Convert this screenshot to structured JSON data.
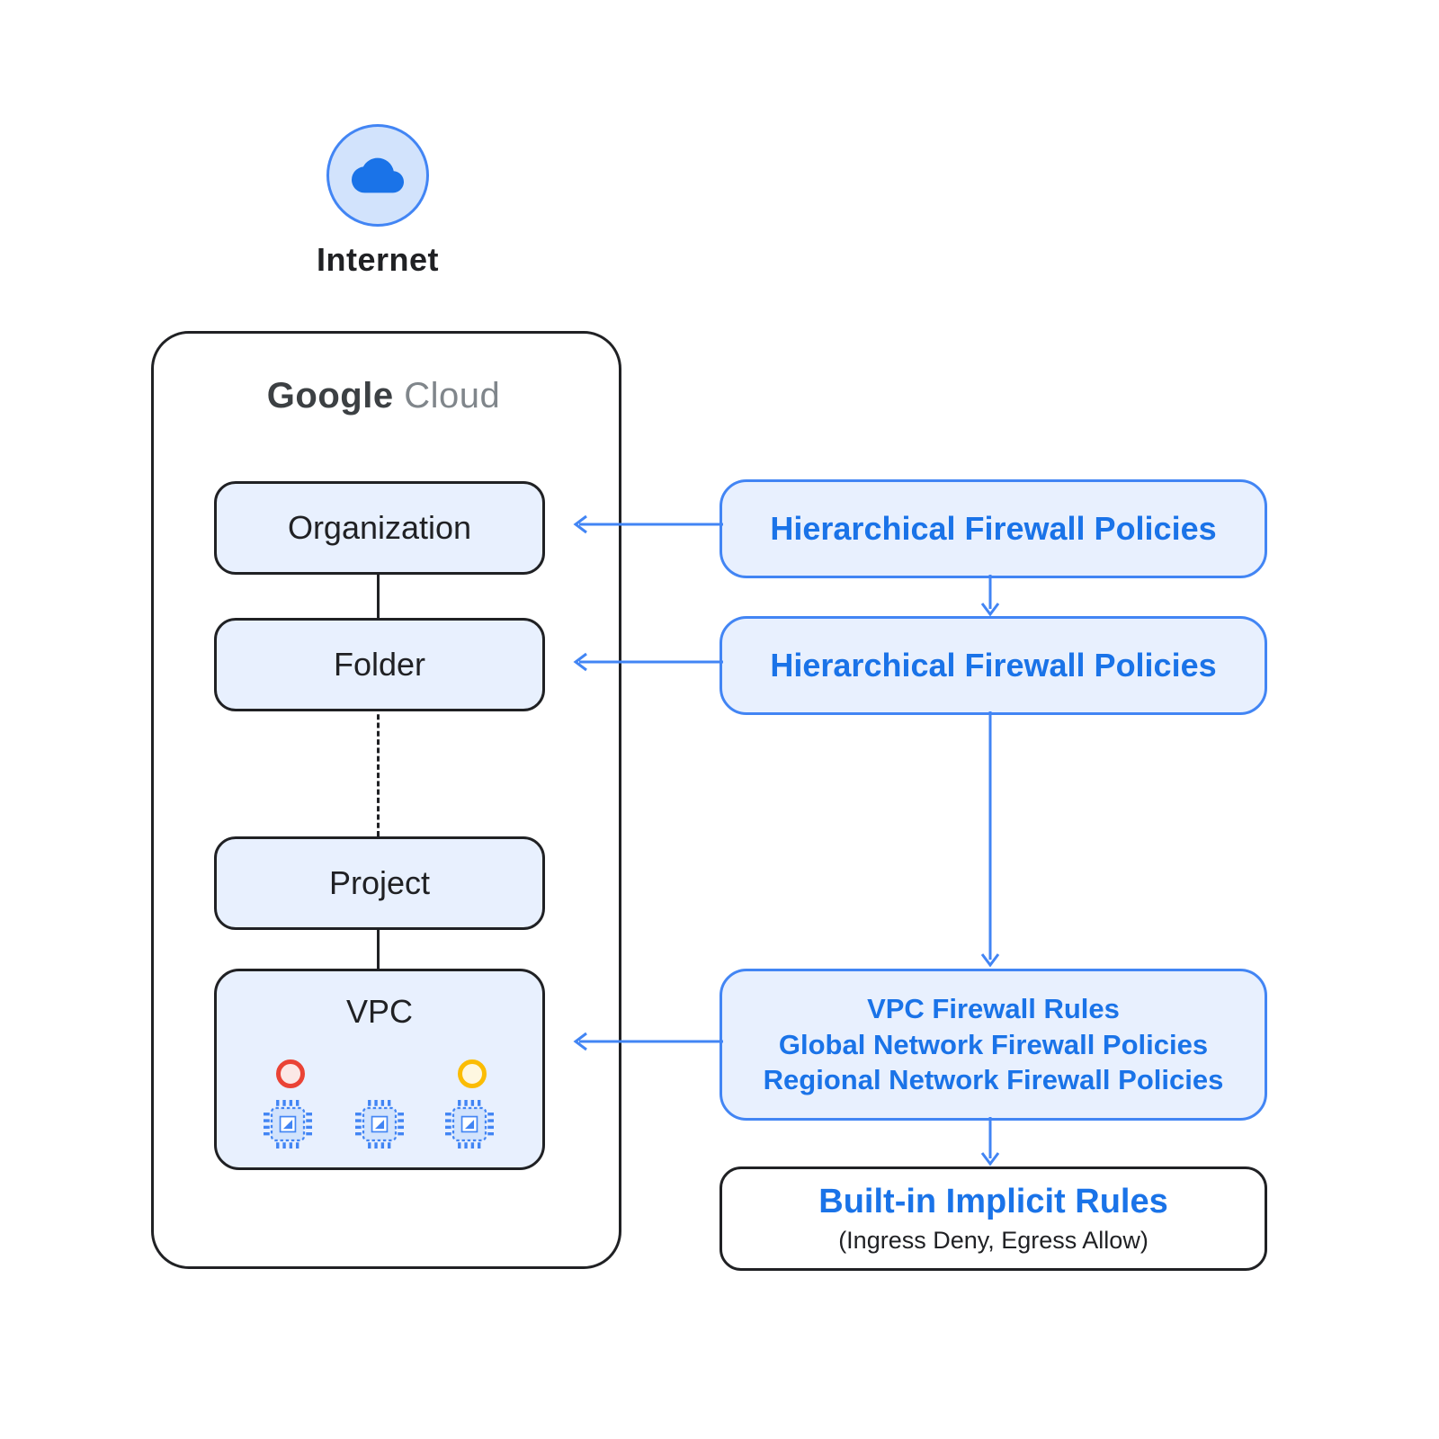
{
  "internet": {
    "label": "Internet",
    "icon": "cloud-icon"
  },
  "container": {
    "brand_google": "Google",
    "brand_cloud": " Cloud"
  },
  "nodes": {
    "organization": {
      "label": "Organization"
    },
    "folder": {
      "label": "Folder"
    },
    "project": {
      "label": "Project"
    },
    "vpc": {
      "label": "VPC",
      "instance_icons": [
        "vm-chip-icon",
        "vm-chip-icon",
        "vm-chip-icon"
      ],
      "status_dots": [
        "red",
        "yellow"
      ]
    }
  },
  "policies": {
    "hierarchical_1": {
      "label": "Hierarchical Firewall Policies"
    },
    "hierarchical_2": {
      "label": "Hierarchical Firewall Policies"
    },
    "vpc_rules": {
      "lines": [
        "VPC Firewall Rules",
        "Global Network Firewall Policies",
        "Regional Network Firewall Policies"
      ]
    },
    "implicit": {
      "title": "Built-in Implicit Rules",
      "subtitle": "(Ingress Deny, Egress Allow)"
    }
  },
  "colors": {
    "accent_blue": "#4285f4",
    "text_blue": "#1a73e8",
    "light_blue_fill": "#e8f0fe",
    "icon_blue_fill": "#d2e3fc",
    "dark": "#202124",
    "status_red": "#ea4335",
    "status_yellow": "#fbbc04"
  }
}
